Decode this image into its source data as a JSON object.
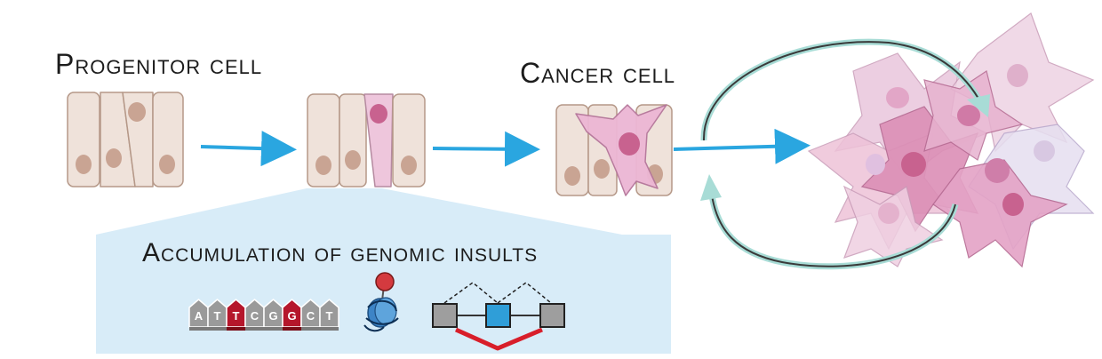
{
  "labels": {
    "progenitor": "Progenitor cell",
    "cancer": "Cancer cell",
    "accumulation": "Accumulation of genomic insults"
  },
  "dna_sequence": [
    "A",
    "T",
    "T",
    "C",
    "G",
    "G",
    "C",
    "T"
  ],
  "mutated_positions": [
    2,
    5
  ],
  "icons": [
    "dna-sequence-icon",
    "nucleosome-icon",
    "splicing-icon"
  ],
  "colors": {
    "arrow": "#2aa6e0",
    "cell_fill": "#efe2da",
    "cell_stroke": "#b59888",
    "nucleus": "#c9a493",
    "cancer_fill": "#ecb6d4",
    "cancer_nucleus": "#c8628f",
    "panel": "#d8ecf8",
    "mutation": "#b5162b",
    "base_gray": "#9a9a9a",
    "splice_box": "#2f9ed8",
    "splice_red": "#d81e2a",
    "loop_teal": "#a8dcd6"
  }
}
